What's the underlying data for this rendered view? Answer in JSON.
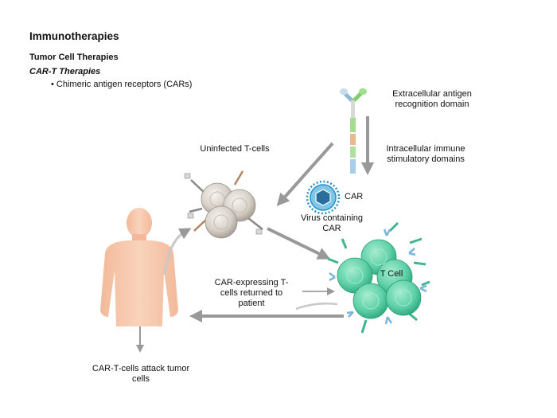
{
  "title": "Immunotherapies",
  "subtitle1": "Tumor Cell Therapies",
  "subtitle2": "CAR-T Therapies",
  "bullet": "• Chimeric antigen receptors (CARs)",
  "labels": {
    "extracellular": "Extracellular antigen recognition domain",
    "intracellular": "Intracellular immune stimulatory domains",
    "uninfected": "Uninfected T-cells",
    "car": "CAR",
    "virus": "Virus containing CAR",
    "tcell": "T Cell",
    "returned": "CAR-expressing T-cells returned to patient",
    "attack": "CAR-T-cells attack tumor cells"
  },
  "colors": {
    "human": "#f6c6a8",
    "tcell": "#5fd1a8",
    "uninfected_cell": "#d6d0c8",
    "arrow": "#999999",
    "virus": "#2a8fc4",
    "receptor_green": "#7fcf6f",
    "receptor_orange": "#e8b58a",
    "receptor_blue": "#9cc4e4"
  }
}
